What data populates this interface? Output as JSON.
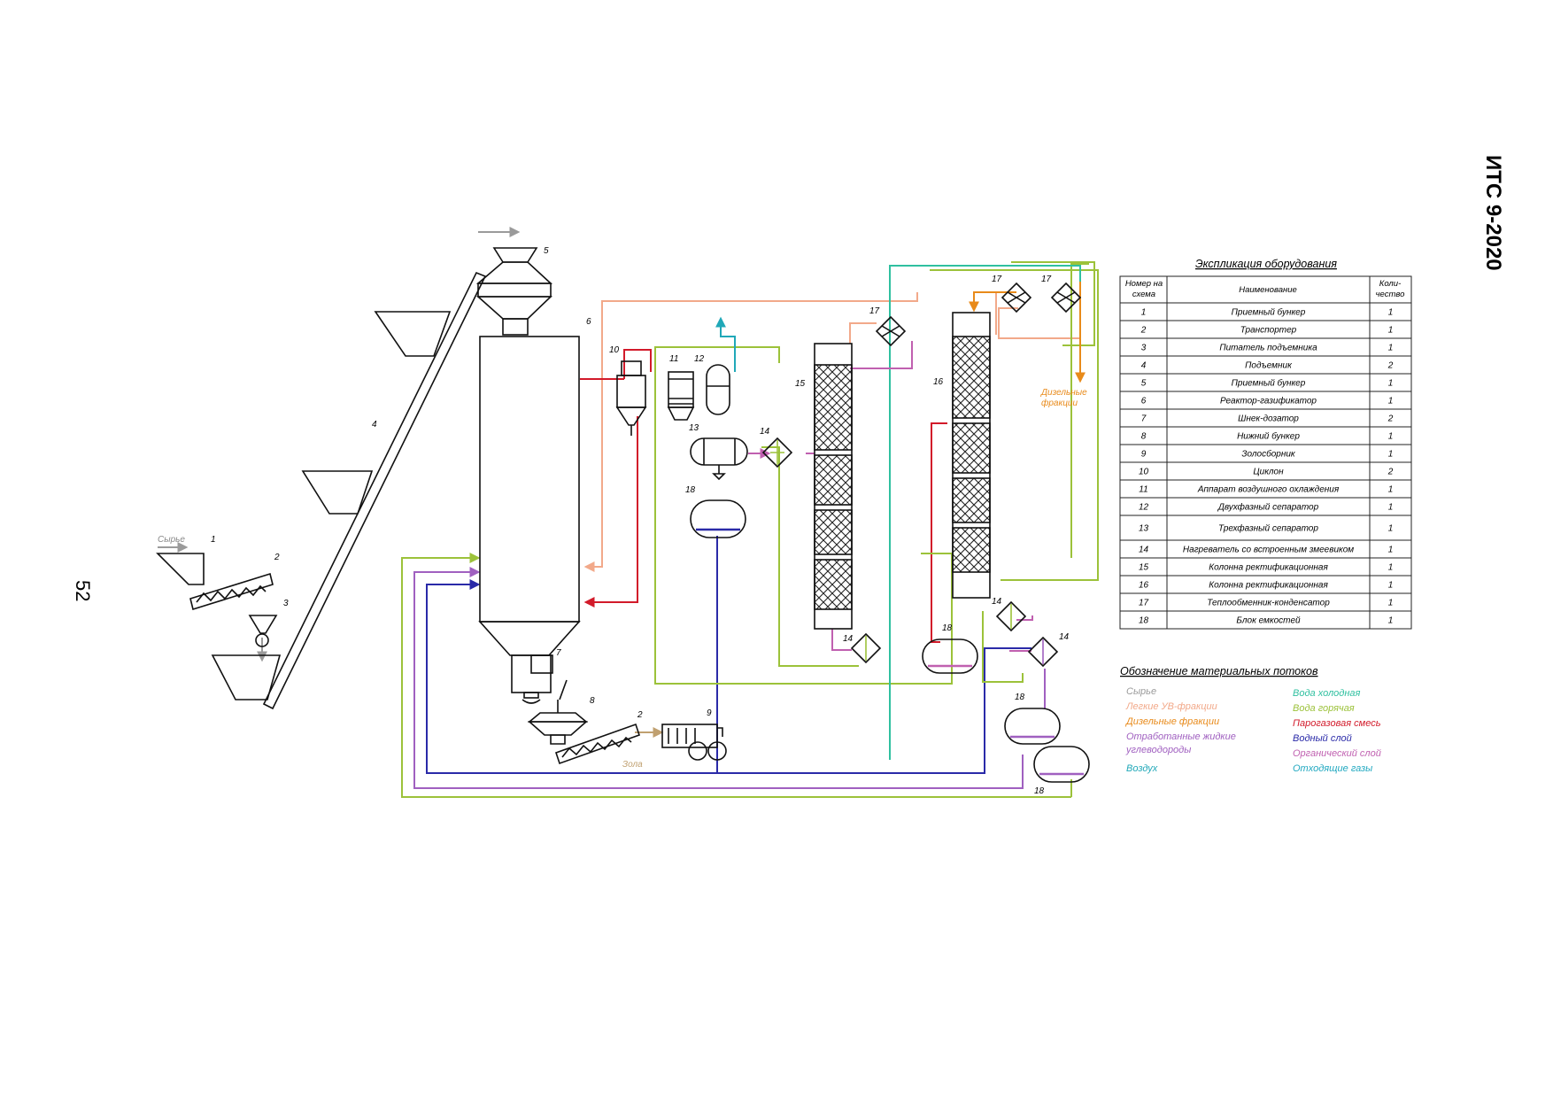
{
  "document": {
    "code": "ИТС 9-2020",
    "page_number": "52"
  },
  "scheme": {
    "labels": {
      "feed": "Сырье",
      "ash": "Зола",
      "diesel": "Дизельные фракции",
      "diesel_l1": "Дизельные",
      "diesel_l2": "фракции"
    },
    "numbers": [
      "1",
      "2",
      "3",
      "4",
      "5",
      "6",
      "7",
      "8",
      "9",
      "10",
      "11",
      "12",
      "13",
      "14",
      "15",
      "16",
      "17",
      "18"
    ]
  },
  "equipment_table": {
    "title": "Экспликация оборудования",
    "headers": {
      "number_l1": "Номер на",
      "number_l2": "схема",
      "name": "Наименование",
      "qty_l1": "Коли-",
      "qty_l2": "чество"
    },
    "rows": [
      {
        "num": "1",
        "name": "Приемный бункер",
        "qty": "1"
      },
      {
        "num": "2",
        "name": "Транспортер",
        "qty": "1"
      },
      {
        "num": "3",
        "name": "Питатель подъемника",
        "qty": "1"
      },
      {
        "num": "4",
        "name": "Подъемник",
        "qty": "2"
      },
      {
        "num": "5",
        "name": "Приемный бункер",
        "qty": "1"
      },
      {
        "num": "6",
        "name": "Реактор-газификатор",
        "qty": "1"
      },
      {
        "num": "7",
        "name": "Шнек-дозатор",
        "qty": "2"
      },
      {
        "num": "8",
        "name": "Нижний бункер",
        "qty": "1"
      },
      {
        "num": "9",
        "name": "Золосборник",
        "qty": "1"
      },
      {
        "num": "10",
        "name": "Циклон",
        "qty": "2"
      },
      {
        "num": "11",
        "name": "Аппарат воздушного охлаждения",
        "qty": "1"
      },
      {
        "num": "12",
        "name": "Двухфазный сепаратор",
        "qty": "1"
      },
      {
        "num": "13",
        "name": "Трехфазный сепаратор",
        "qty": "1"
      },
      {
        "num": "14",
        "name": "Нагреватель со встроенным змеевиком",
        "qty": "1"
      },
      {
        "num": "15",
        "name": "Колонна ректификационная",
        "qty": "1"
      },
      {
        "num": "16",
        "name": "Колонна ректификационная",
        "qty": "1"
      },
      {
        "num": "17",
        "name": "Теплообменник-конденсатор",
        "qty": "1"
      },
      {
        "num": "18",
        "name": "Блок емкостей",
        "qty": "1"
      }
    ]
  },
  "flow_legend": {
    "title": "Обозначение материальных потоков",
    "items": [
      {
        "label": "Сырье",
        "color": "#9a9a9a"
      },
      {
        "label": "Легкие УВ-фракции",
        "color": "#f2a98a"
      },
      {
        "label": "Дизельные фракции",
        "color": "#e88a1a"
      },
      {
        "label": "Отработанные жидкие",
        "label2": "углеводороды",
        "color": "#a060c0"
      },
      {
        "label": "Воздух",
        "color": "#20a8b8"
      },
      {
        "label": "Вода холодная",
        "color": "#30c0a0"
      },
      {
        "label": "Вода горячая",
        "color": "#9cc23a"
      },
      {
        "label": "Парогазовая смесь",
        "color": "#d21a2a"
      },
      {
        "label": "Водный слой",
        "color": "#2a2aa8"
      },
      {
        "label": "Органический слой",
        "color": "#c060b0"
      },
      {
        "label": "Отходящие газы",
        "color": "#20a8c0"
      }
    ]
  }
}
